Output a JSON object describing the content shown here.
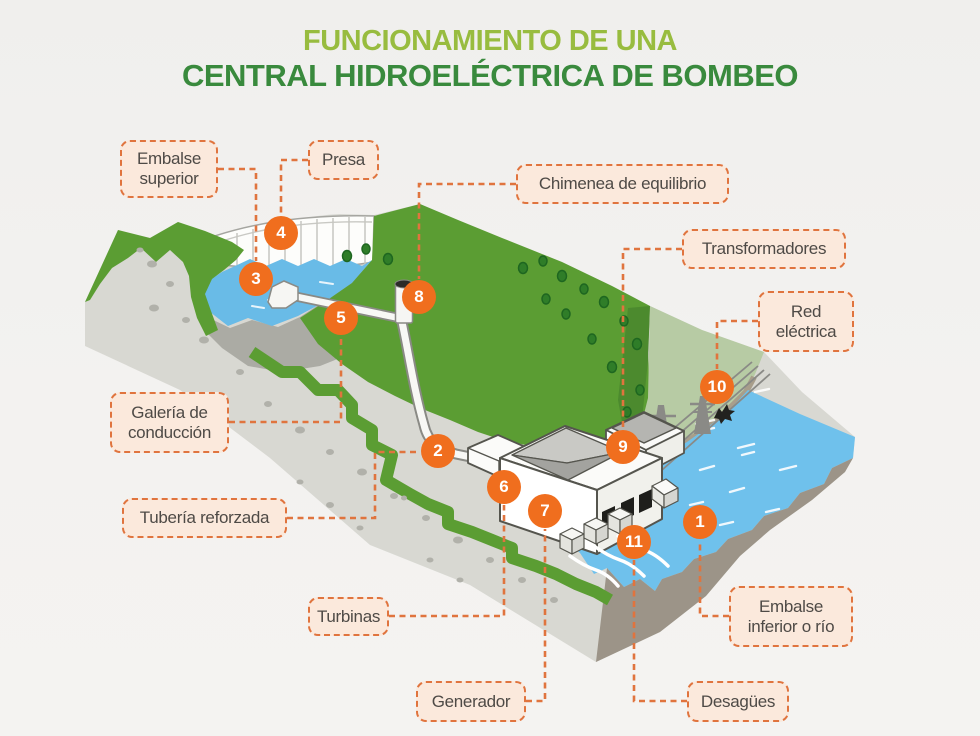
{
  "title": {
    "line1": "FUNCIONAMIENTO DE UNA",
    "line2": "CENTRAL HIDROELÉCTRICA DE BOMBEO"
  },
  "components": [
    {
      "number": "1",
      "label": "Embalse inferior o río"
    },
    {
      "number": "2",
      "label": "Tubería reforzada"
    },
    {
      "number": "3",
      "label": "Embalse superior"
    },
    {
      "number": "4",
      "label": "Presa"
    },
    {
      "number": "5",
      "label": "Galería de conducción"
    },
    {
      "number": "6",
      "label": "Turbinas"
    },
    {
      "number": "7",
      "label": "Generador"
    },
    {
      "number": "8",
      "label": "Chimenea de equilibrio"
    },
    {
      "number": "9",
      "label": "Transformadores"
    },
    {
      "number": "10",
      "label": "Red eléctrica"
    },
    {
      "number": "11",
      "label": "Desagües"
    }
  ],
  "colors": {
    "title_light_green": "#98bc3f",
    "title_dark_green": "#398a3d",
    "label_background": "#fbe9dc",
    "label_border": "#e0743e",
    "label_text": "#4e4a46",
    "marker_orange": "#f06e1e",
    "marker_text": "#ffffff",
    "connector_orange": "#e0743e",
    "hill_green": "#5b9d33",
    "plain_green": "#b7cba4",
    "water_blue": "#6fc1ec",
    "rock_gray": "#d8d8d2",
    "shore_tan": "#9c9488",
    "background": "#f2f1ef"
  }
}
